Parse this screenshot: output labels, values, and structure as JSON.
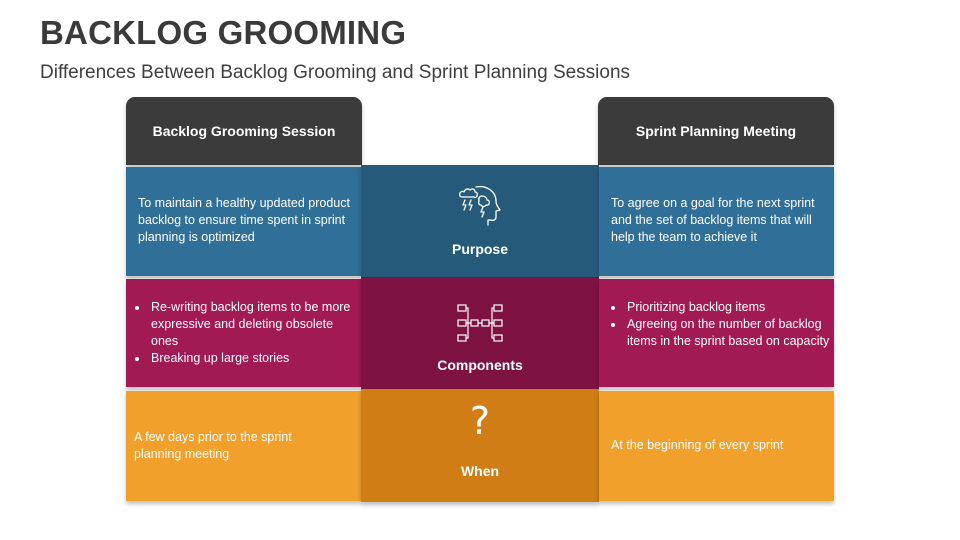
{
  "title": "BACKLOG GROOMING",
  "subtitle": "Differences Between Backlog Grooming and Sprint Planning Sessions",
  "left_header": "Backlog Grooming Session",
  "right_header": "Sprint Planning Meeting",
  "rows": [
    {
      "label": "Purpose",
      "icon": "head-storm-icon",
      "left": "To maintain a healthy updated product backlog to ensure time spent in sprint planning is optimized",
      "right": "To agree on a goal for the next sprint and the set of backlog items that will help the team to achieve it"
    },
    {
      "label": "Components",
      "icon": "hierarchy-icon",
      "left_bullets": [
        "Re-writing backlog items to be more expressive and deleting obsolete ones",
        "Breaking up large stories"
      ],
      "right_bullets": [
        "Prioritizing backlog  items",
        "Agreeing on the number of backlog items in the sprint based on capacity"
      ]
    },
    {
      "label": "When",
      "icon_glyph": "?",
      "left": "A few days prior to the sprint planning meeting",
      "right": "At the beginning of every sprint"
    }
  ],
  "colors": {
    "purpose": "#2f6f98",
    "purpose_dark": "#265a7a",
    "components": "#a11a54",
    "components_dark": "#7e1242",
    "when": "#f2a02c",
    "when_dark": "#cf7d14",
    "header": "#3b3b3b"
  }
}
